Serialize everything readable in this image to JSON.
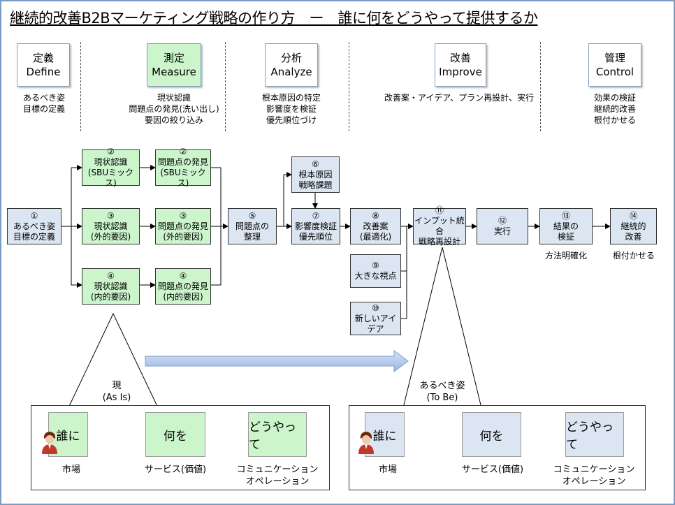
{
  "title": "継続的改善B2Bマーケティング戦略の作り方　ー　誰に何をどうやって提供するか",
  "phases": [
    {
      "jp": "定義",
      "en": "Define",
      "desc": "あるべき姿\n目標の定義"
    },
    {
      "jp": "測定",
      "en": "Measure",
      "desc": "現状認識\n問題点の発見(洗い出し)\n要因の絞り込み"
    },
    {
      "jp": "分析",
      "en": "Analyze",
      "desc": "根本原因の特定\n影響度を検証\n優先順位づけ"
    },
    {
      "jp": "改善",
      "en": "Improve",
      "desc": "改善案・アイデア、プラン再設計、実行"
    },
    {
      "jp": "管理",
      "en": "Control",
      "desc": "効果の検証\n継続的改善\n根付かせる"
    }
  ],
  "steps": {
    "s1": {
      "num": "①",
      "l1": "あるべき姿",
      "l2": "目標の定義"
    },
    "s2a": {
      "num": "②",
      "l1": "現状認識",
      "l2": "(SBUミックス)"
    },
    "s2b": {
      "num": "②",
      "l1": "問題点の発見",
      "l2": "(SBUミックス)"
    },
    "s3a": {
      "num": "③",
      "l1": "現状認識",
      "l2": "(外的要因)"
    },
    "s3b": {
      "num": "③",
      "l1": "問題点の発見",
      "l2": "(外的要因)"
    },
    "s4a": {
      "num": "④",
      "l1": "現状認識",
      "l2": "(内的要因)"
    },
    "s4b": {
      "num": "④",
      "l1": "問題点の発見",
      "l2": "(内的要因)"
    },
    "s5": {
      "num": "⑤",
      "l1": "問題点の",
      "l2": "整理"
    },
    "s6": {
      "num": "⑥",
      "l1": "根本原因",
      "l2": "戦略課題"
    },
    "s7": {
      "num": "⑦",
      "l1": "影響度検証",
      "l2": "優先順位"
    },
    "s8": {
      "num": "⑧",
      "l1": "改善案",
      "l2": "(最適化)"
    },
    "s9": {
      "num": "⑨",
      "l1": "大きな視点"
    },
    "s10": {
      "num": "⑩",
      "l1": "新しいアイデア"
    },
    "s11": {
      "num": "⑪",
      "l1": "インプット統合",
      "l2": "戦略再設計"
    },
    "s12": {
      "num": "⑫",
      "l1": "実行"
    },
    "s13": {
      "num": "⑬",
      "l1": "結果の",
      "l2": "検証"
    },
    "s14": {
      "num": "⑭",
      "l1": "継続的",
      "l2": "改善"
    }
  },
  "notes": {
    "s13": "方法明確化",
    "s14": "根付かせる"
  },
  "as_is": {
    "label": "現\n(As Is)",
    "who": "誰に",
    "what": "何を",
    "how": "どうやって",
    "who_sub": "市場",
    "what_sub": "サービス(価値)",
    "how_sub": "コミュニケーション\nオペレーション"
  },
  "to_be": {
    "label": "あるべき姿\n(To Be)",
    "who": "誰に",
    "what": "何を",
    "how": "どうやって",
    "who_sub": "市場",
    "what_sub": "サービス(価値)",
    "how_sub": "コミュニケーション\nオペレーション"
  },
  "colors": {
    "green": "#ccf5cc",
    "blue": "#dce6f2",
    "border": "#7a9cc4",
    "arrow": "#a8c0e8"
  },
  "icons": [
    "person-icon",
    "arrow-right-icon"
  ]
}
